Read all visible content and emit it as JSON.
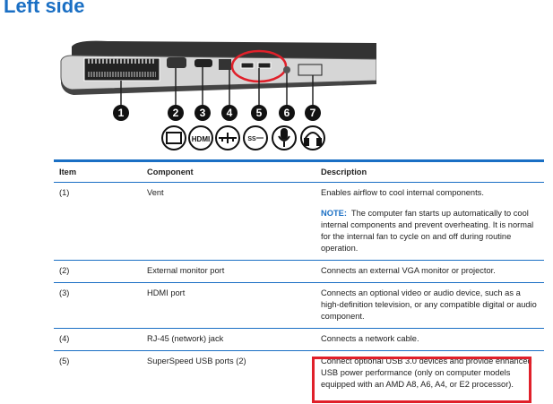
{
  "title": "Left side",
  "callouts": [
    "1",
    "2",
    "3",
    "4",
    "5",
    "6",
    "7"
  ],
  "icons": [
    "vga-icon",
    "hdmi-icon",
    "network-icon",
    "usb3-icon",
    "microphone-icon",
    "headphone-icon"
  ],
  "hdmi_label": "HDMI",
  "usb_label": "SS",
  "table": {
    "headers": [
      "Item",
      "Component",
      "Description"
    ],
    "rows": [
      {
        "item": "(1)",
        "component": "Vent",
        "description": "Enables airflow to cool internal components.",
        "note_label": "NOTE:",
        "note": "The computer fan starts up automatically to cool internal components and prevent overheating. It is normal for the internal fan to cycle on and off during routine operation."
      },
      {
        "item": "(2)",
        "component": "External monitor port",
        "description": "Connects an external VGA monitor or projector."
      },
      {
        "item": "(3)",
        "component": "HDMI port",
        "description": "Connects an optional video or audio device, such as a high-definition television, or any compatible digital or audio component."
      },
      {
        "item": "(4)",
        "component": "RJ-45 (network) jack",
        "description": "Connects a network cable."
      },
      {
        "item": "(5)",
        "component": "SuperSpeed USB ports (2)",
        "description": "Connect optional USB 3.0 devices and provide enhanced USB power performance (only on computer models equipped with an AMD A8, A6, A4, or E2 processor)."
      }
    ]
  },
  "colors": {
    "accent": "#1a6fc4",
    "highlight": "#e0202a"
  }
}
